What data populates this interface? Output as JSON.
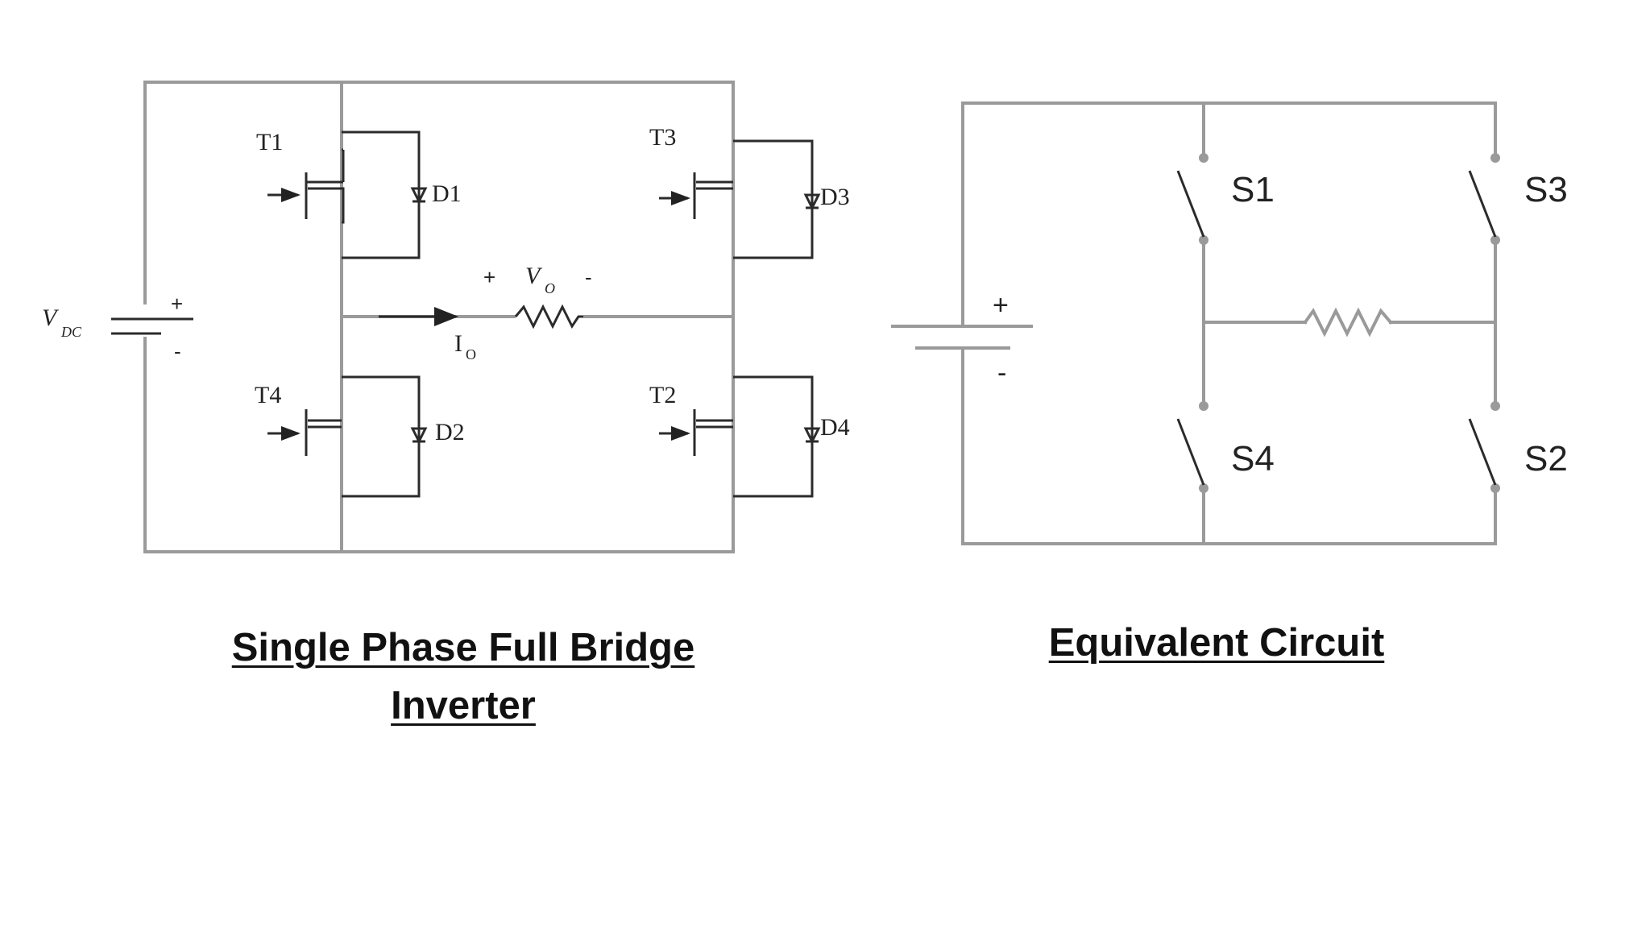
{
  "left_circuit": {
    "source_label_main": "V",
    "source_label_sub": "DC",
    "source_plus": "+",
    "source_minus": "-",
    "transistors": [
      "T1",
      "T3",
      "T4",
      "T2"
    ],
    "diodes": [
      "D1",
      "D3",
      "D2",
      "D4"
    ],
    "load_plus": "+",
    "load_minus": "-",
    "vo_main": "V",
    "vo_sub": "O",
    "io_main": "I",
    "io_sub": "O",
    "caption_line1": "Single Phase Full Bridge",
    "caption_line2": "Inverter"
  },
  "right_circuit": {
    "source_plus": "+",
    "source_minus": "-",
    "switches": [
      "S1",
      "S3",
      "S4",
      "S2"
    ],
    "caption": "Equivalent Circuit"
  }
}
